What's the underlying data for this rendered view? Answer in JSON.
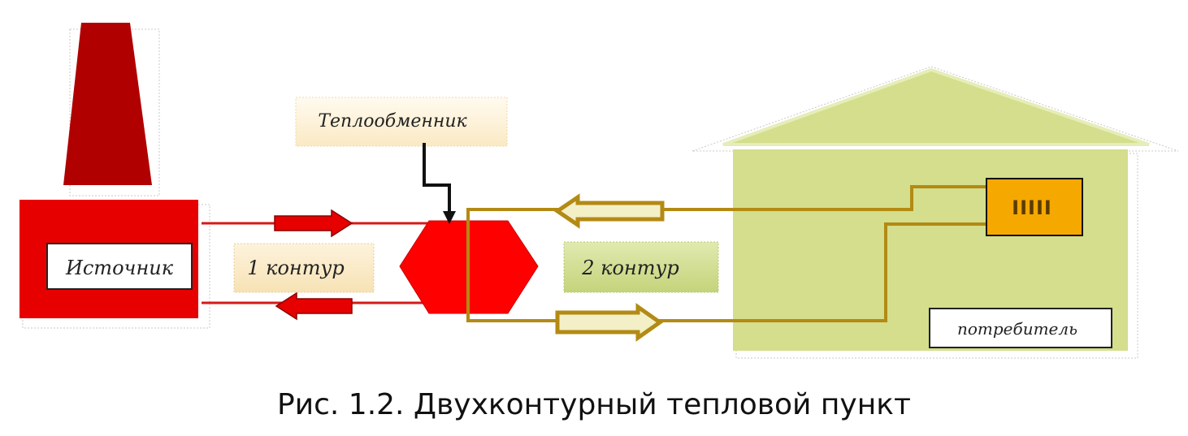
{
  "labels": {
    "source": "Источник",
    "heat_exchanger": "Теплообменник",
    "circuit1": "1 контур",
    "circuit2": "2 контур",
    "consumer": "потребитель",
    "radiator": "IIIII"
  },
  "caption": "Рис. 1.2. Двухконтурный тепловой пункт",
  "colors": {
    "source_red": "#e60000",
    "chimney_red": "#b00000",
    "pipe_red": "#d71919",
    "exchanger_red": "#ff0000",
    "circuit2_olive": "#b38a14",
    "house_green": "#d4de8c",
    "radiator_orange": "#f5a800",
    "label1_bg": "#fdf0d2",
    "label2_bg": "#d6e49a"
  }
}
